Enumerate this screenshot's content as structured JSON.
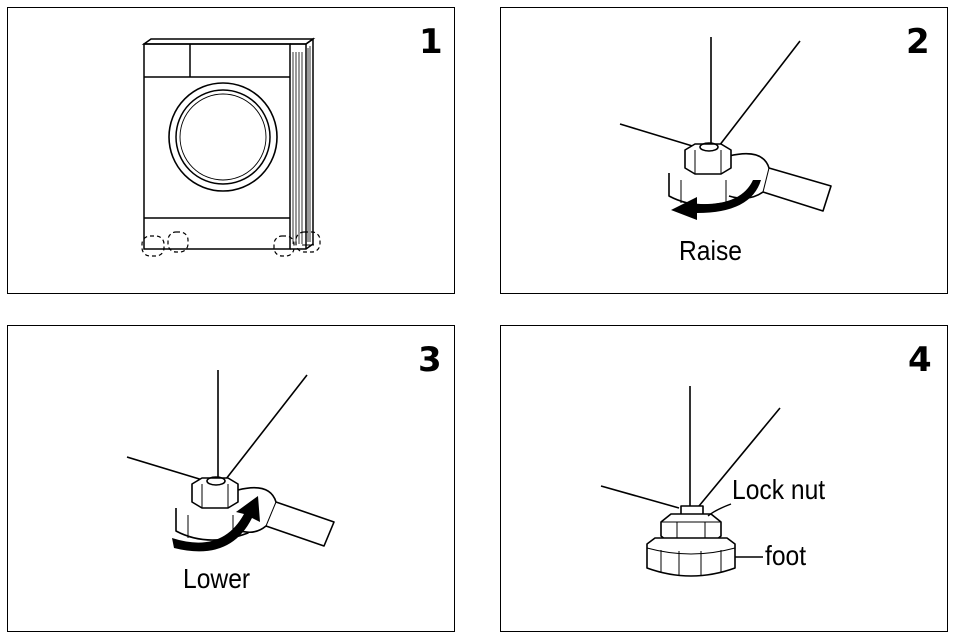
{
  "panels": [
    {
      "number": "1"
    },
    {
      "number": "2",
      "caption": "Raise"
    },
    {
      "number": "3",
      "caption": "Lower"
    },
    {
      "number": "4",
      "labels": {
        "lock_nut": "Lock nut",
        "foot": "foot"
      }
    }
  ]
}
